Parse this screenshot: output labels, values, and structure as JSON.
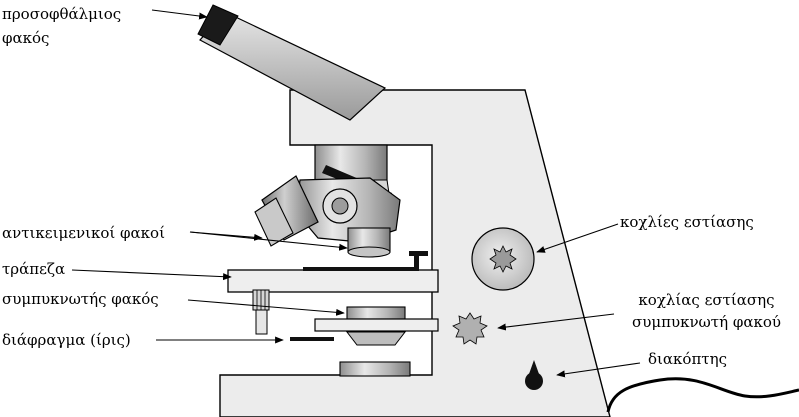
{
  "labels": {
    "eyepiece": "προσοφθάλμιος\nφακός",
    "objectives": "αντικειμενικοί φακοί",
    "stage": "τράπεζα",
    "condenser": "συμπυκνωτής φακός",
    "diaphragm": "διάφραγμα (ίρις)",
    "focus_knobs": "κοχλίες εστίασης",
    "condenser_knob": "κοχλίας εστίασης\nσυμπυκνωτή φακού",
    "switch": "διακόπτης"
  }
}
